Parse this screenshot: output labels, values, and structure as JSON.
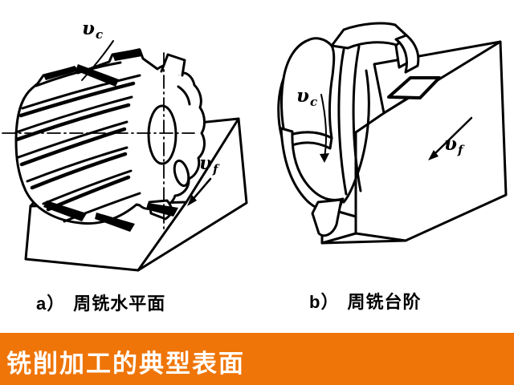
{
  "slide": {
    "background": "#FFFFFF",
    "ink_color": "#000000"
  },
  "figure": {
    "description": "two line drawings of peripheral milling operations",
    "panels": [
      {
        "id": "a",
        "caption_letter": "a）",
        "caption_text": "周铣水平面",
        "cutting_speed": {
          "sym": "υ",
          "sub": "c"
        },
        "feed": {
          "sym": "υ",
          "sub": "f"
        }
      },
      {
        "id": "b",
        "caption_letter": "b）",
        "caption_text": "周铣台阶",
        "cutting_speed": {
          "sym": "υ",
          "sub": "c"
        },
        "feed": {
          "sym": "υ",
          "sub": "f"
        }
      }
    ]
  },
  "banner": {
    "title": "铣削加工的典型表面",
    "bg_color": "#EF7508",
    "text_color": "#FFFFFF"
  }
}
